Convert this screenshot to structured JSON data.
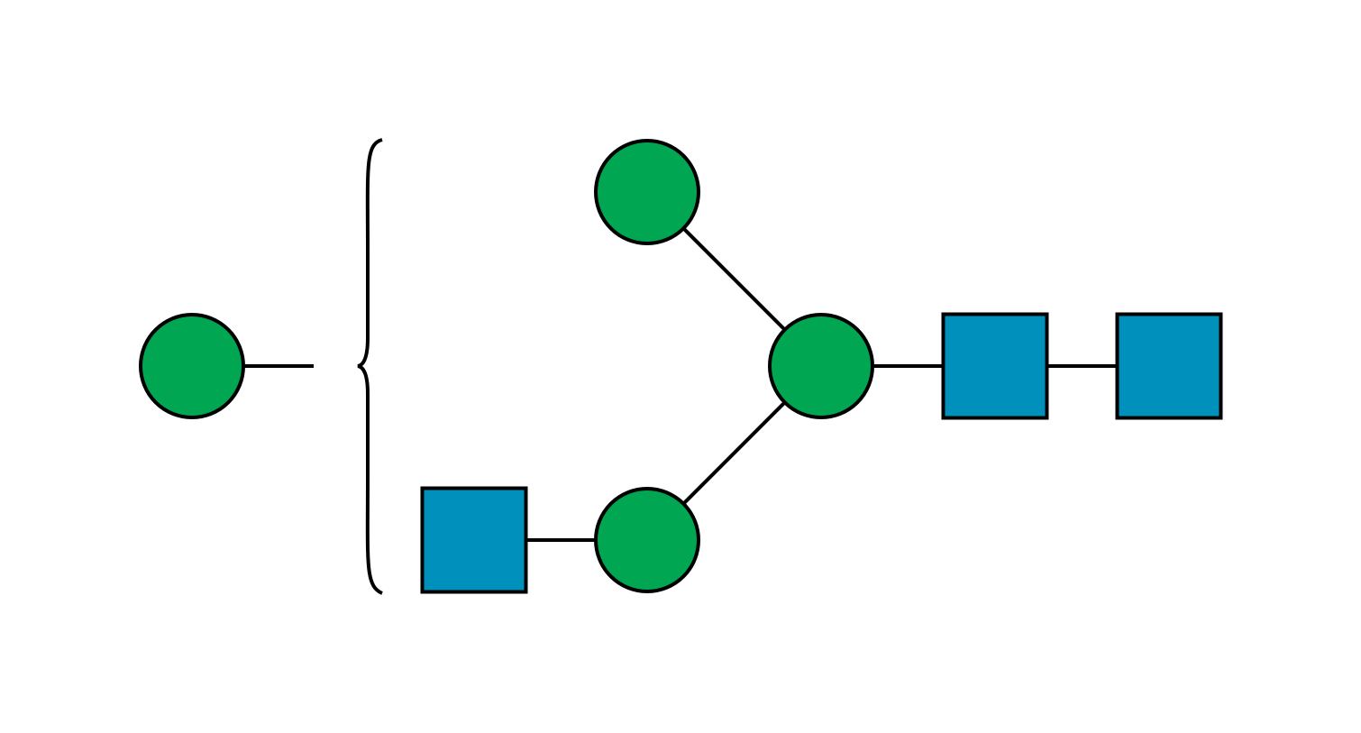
{
  "diagram": {
    "type": "glycan-structure",
    "colors": {
      "background": "#ffffff",
      "circle_fill": "#00a651",
      "square_fill": "#0090bc",
      "stroke": "#000000"
    },
    "nodes": [
      {
        "id": "core-square-1",
        "shape": "square",
        "icon": "blue-square-icon"
      },
      {
        "id": "core-square-2",
        "shape": "square",
        "icon": "blue-square-icon"
      },
      {
        "id": "branch-circle",
        "shape": "circle",
        "icon": "green-circle-icon"
      },
      {
        "id": "upper-arm-circle",
        "shape": "circle",
        "icon": "green-circle-icon"
      },
      {
        "id": "lower-arm-circle",
        "shape": "circle",
        "icon": "green-circle-icon"
      },
      {
        "id": "lower-arm-square",
        "shape": "square",
        "icon": "blue-square-icon"
      },
      {
        "id": "floating-circle",
        "shape": "circle",
        "icon": "green-circle-icon"
      }
    ],
    "edges": [
      {
        "from": "core-square-2",
        "to": "core-square-1"
      },
      {
        "from": "core-square-1",
        "to": "branch-circle"
      },
      {
        "from": "branch-circle",
        "to": "upper-arm-circle"
      },
      {
        "from": "branch-circle",
        "to": "lower-arm-circle"
      },
      {
        "from": "lower-arm-circle",
        "to": "lower-arm-square"
      },
      {
        "from": "floating-circle",
        "to": "brace"
      }
    ],
    "brace": {
      "icon": "curly-brace-icon",
      "spans": [
        "upper-arm-circle",
        "lower-arm-circle",
        "lower-arm-square"
      ]
    }
  }
}
